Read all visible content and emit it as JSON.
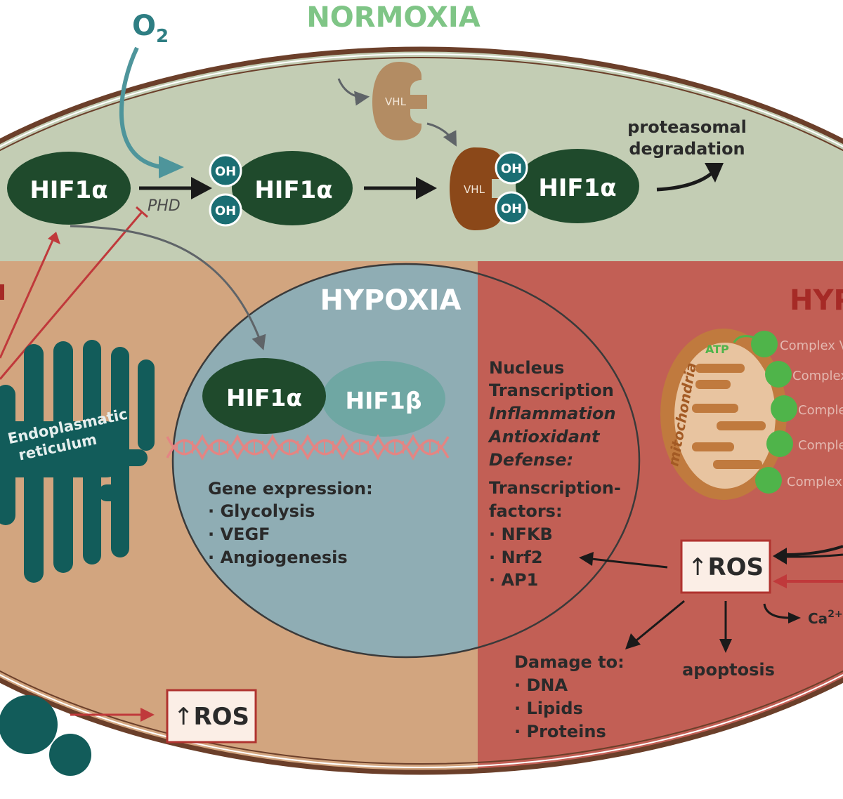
{
  "headers": {
    "normoxia": "NORMOXIA",
    "hypoxia": "HYPOXIA",
    "hypoxia_right_partial": "HYP"
  },
  "oxygen": {
    "base": "O",
    "subscript": "2"
  },
  "enzyme": {
    "phd": "PHD"
  },
  "hif": {
    "alpha": "HIF1α",
    "beta": "HIF1β"
  },
  "hydroxyl": "OH",
  "vhl": "VHL",
  "proteasomal": {
    "line1": "proteasomal",
    "line2": "degradation"
  },
  "er": {
    "line1": "Endoplasmatic",
    "line2": "reticulum"
  },
  "gene_expression": {
    "title": "Gene expression:",
    "items": [
      "· Glycolysis",
      "· VEGF",
      "· Angiogenesis"
    ]
  },
  "nucleus_text": {
    "lines": [
      "Nucleus",
      "Transcription"
    ],
    "italic_lines": [
      "Inflammation",
      "Antioxidant",
      "Defense:"
    ],
    "tf_lines": [
      "Transcription-",
      "factors:"
    ],
    "tf_items": [
      "· NFKB",
      "· Nrf2",
      "· AP1"
    ]
  },
  "mitochondria": {
    "label": "mitochondria",
    "atp": "ATP",
    "complexes": [
      "Complex V",
      "Complex",
      "Comple",
      "Comple",
      "Complex"
    ]
  },
  "ros": {
    "arrow": "↑",
    "label": "ROS"
  },
  "calcium": {
    "base": "Ca",
    "superscript": "2+"
  },
  "damage": {
    "title": "Damage to:",
    "items": [
      "· DNA",
      "· Lipids",
      "· Proteins"
    ]
  },
  "apoptosis": "apoptosis",
  "colors": {
    "normoxia_bg": "#c3cdb4",
    "hypoxia_left_bg": "#d2a57f",
    "hypoxia_right_bg": "#c25f55",
    "nucleus_blue": "#8fadb4",
    "hif_dark": "#1f4a2c",
    "hif_beta": "#6fa7a3",
    "teal": "#125c5a",
    "vhl_light": "#b38c63",
    "vhl_dark": "#8b4819",
    "red_arrow": "#c0393b",
    "green_complex": "#4fb44a",
    "normoxia_title": "#7fc586",
    "hypoxia_title_red": "#a62a26"
  }
}
